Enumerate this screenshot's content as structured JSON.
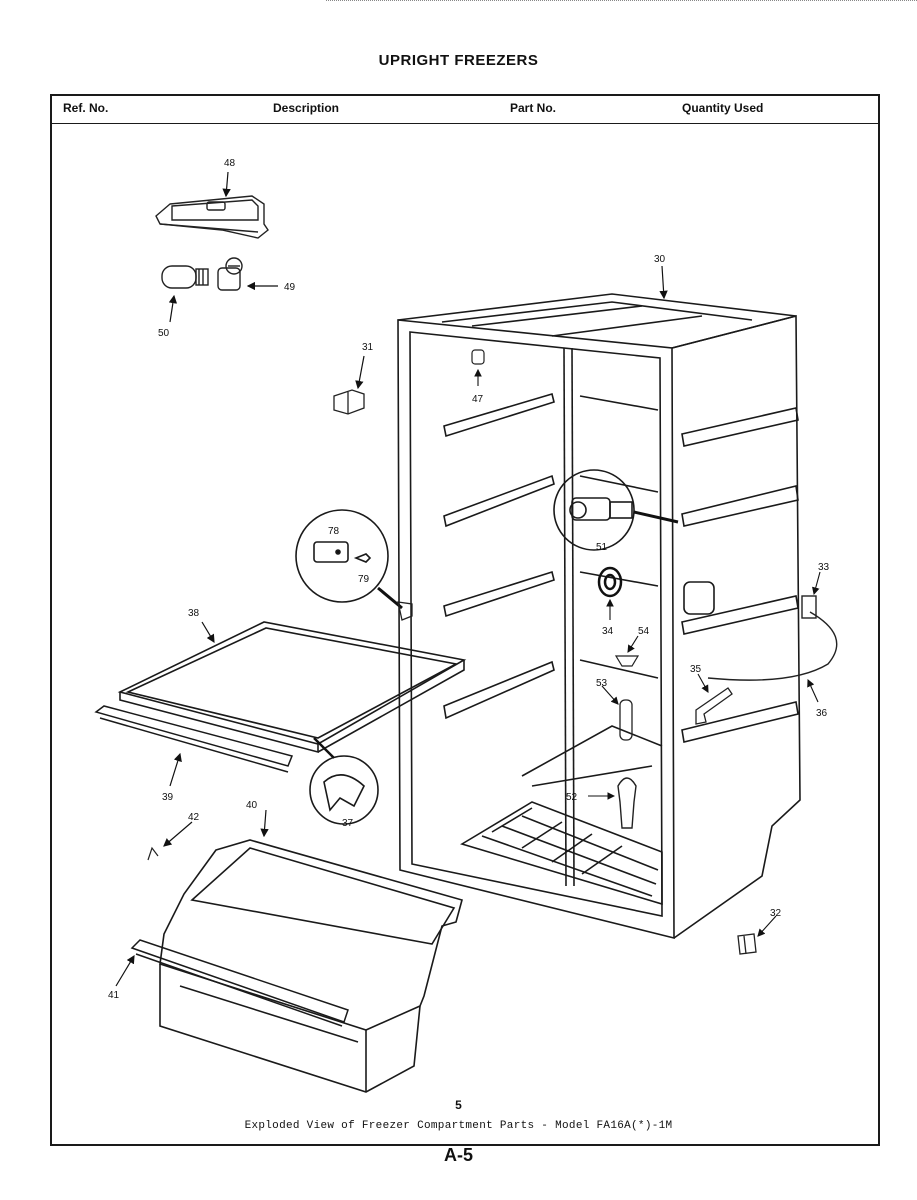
{
  "page": {
    "title": "UPRIGHT FREEZERS",
    "page_number": "5",
    "caption": "Exploded View of Freezer Compartment Parts - Model FA16A(*)-1M",
    "sheet_id": "A-5"
  },
  "table_header": {
    "ref_no": "Ref. No.",
    "description": "Description",
    "part_no": "Part No.",
    "quantity_used": "Quantity Used"
  },
  "callouts": {
    "c30": "30",
    "c31": "31",
    "c32": "32",
    "c33": "33",
    "c34": "34",
    "c35": "35",
    "c36": "36",
    "c37": "37",
    "c38": "38",
    "c39": "39",
    "c40": "40",
    "c41": "41",
    "c42": "42",
    "c47": "47",
    "c48": "48",
    "c49": "49",
    "c50": "50",
    "c51": "51",
    "c52": "52",
    "c53": "53",
    "c54": "54",
    "c78": "78",
    "c79": "79"
  }
}
